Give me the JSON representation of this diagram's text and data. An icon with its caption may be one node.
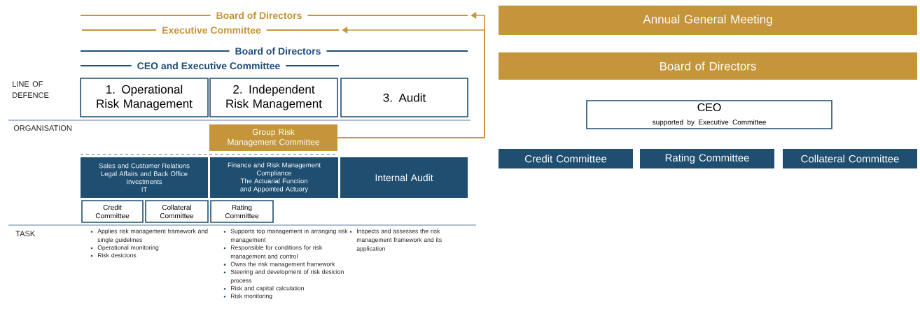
{
  "diagram": {
    "nodes": [
      {
        "text": [
          "Board of Directors"
        ]
      },
      {
        "text": [
          "Executive Committee"
        ]
      },
      {
        "text": [
          "1. Operational Risk Management"
        ]
      },
      {
        "text": [
          "2. Independent Risk Management"
        ]
      },
      {
        "text": [
          "3. Audit"
        ]
      },
      {
        "text": [
          "Group Risk Management Committee"
        ]
      },
      {
        "text": [
          "Sales and Customer Relations",
          "Legal Affairs and Back Office",
          "Investments",
          "IT"
        ]
      },
      {
        "text": [
          "Finance and Risk Management",
          "Compliance",
          "The Actuarial Function and Appointed Actuary"
        ]
      },
      {
        "text": [
          "Internal Audit"
        ]
      },
      {
        "text": [
          "Credit Committee"
        ]
      },
      {
        "text": [
          "Collateral Committee"
        ]
      },
      {
        "text": [
          "Rating Committee"
        ]
      },
      {
        "text": [
          "Annual General Meeting"
        ]
      },
      {
        "text": [
          "Board of Directors"
        ]
      },
      {
        "text": [
          "CEO",
          "supported by Executive Committee"
        ]
      },
      {
        "text": [
          "Credit Committee"
        ]
      },
      {
        "text": [
          "Rating Committee"
        ]
      },
      {
        "text": [
          "Collateral Committee"
        ]
      }
    ],
    "edges": [
      {
        "from": 5,
        "to": 0,
        "arrow": "to"
      },
      {
        "from": 5,
        "to": 1,
        "arrow": "to"
      }
    ],
    "labels": [
      "Board of Directors",
      "CEO and Executive Committee",
      "LINE OF DEFENCE",
      "ORGANISATION",
      "TASK",
      "Applies risk management framework and single guidelines",
      "Operational monitoring",
      "Risk desicions",
      "Supports top management in arranging risk management",
      "Responsible for conditions for risk management and control",
      "Owns the risk management framework",
      "Steering and development of risk desicion process",
      "Risk and capital calculation",
      "Risk monitoring",
      "Inspects and assesses the risk management framework and its application"
    ]
  }
}
